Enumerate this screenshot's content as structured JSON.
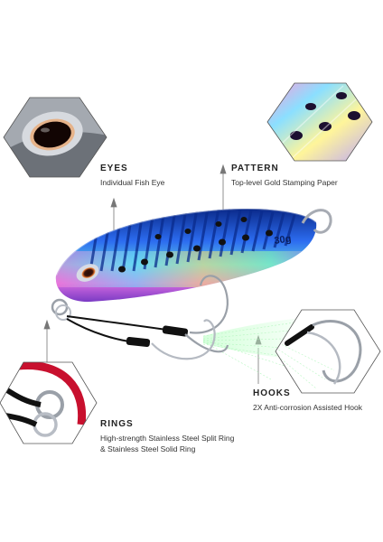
{
  "features": {
    "eyes": {
      "title": "EYES",
      "desc": "Individual Fish Eye"
    },
    "pattern": {
      "title": "PATTERN",
      "desc": "Top-level Gold Stamping Paper"
    },
    "hooks": {
      "title": "HOOKS",
      "desc": "2X Anti-corrosion Assisted Hook"
    },
    "rings": {
      "title": "RINGS",
      "desc_line1": "High-strength Stainless Steel Split Ring",
      "desc_line2": "& Stainless Steel Solid Ring"
    }
  },
  "lure": {
    "weight_mark": "30g"
  },
  "colors": {
    "body_blue": "#1d4fd8",
    "holo_pink": "#e46be0",
    "ring_red": "#c8102e",
    "line_gray": "#888888"
  }
}
